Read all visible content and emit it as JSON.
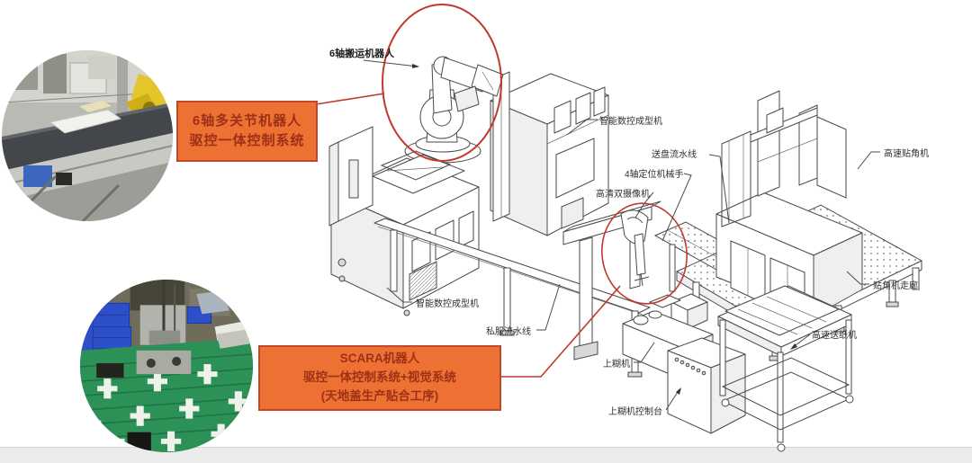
{
  "colors": {
    "callout_fill": "#ED7132",
    "callout_border": "#C2472A",
    "callout_text": "#9E3018",
    "annotation_red": "#C0392F",
    "line_art": "#4A4A4A",
    "label_text": "#2F2F2F",
    "bottom_bar": "#EBEBEB"
  },
  "callouts": [
    {
      "id": "six-axis-robot-system",
      "lines": [
        "6轴多关节机器人",
        "驱控一体控制系统"
      ]
    },
    {
      "id": "scara-robot-system",
      "lines": [
        "SCARA机器人",
        "驱控一体控制系统+视觉系统",
        "(天地盖生产贴合工序)"
      ]
    }
  ],
  "diagram_labels": [
    {
      "id": "handling-robot",
      "text": "6轴搬运机器人"
    },
    {
      "id": "cnc-former-top",
      "text": "智能数控成型机"
    },
    {
      "id": "tray-line",
      "text": "送盘流水线"
    },
    {
      "id": "positioner-4axis",
      "text": "4轴定位机械手"
    },
    {
      "id": "hd-dual-camera",
      "text": "高清双摄像机"
    },
    {
      "id": "corner-paster",
      "text": "高速贴角机"
    },
    {
      "id": "paster-corridor",
      "text": "贴角机走廊"
    },
    {
      "id": "cnc-former-left",
      "text": "智能数控成型机"
    },
    {
      "id": "servo-line",
      "text": "私服流水线"
    },
    {
      "id": "gluer",
      "text": "上糊机"
    },
    {
      "id": "gluer-console",
      "text": "上糊机控制台"
    },
    {
      "id": "paper-feeder",
      "text": "高速送纸机"
    }
  ],
  "photos": [
    {
      "id": "robot-cell-photo"
    },
    {
      "id": "green-conveyor-photo"
    }
  ]
}
